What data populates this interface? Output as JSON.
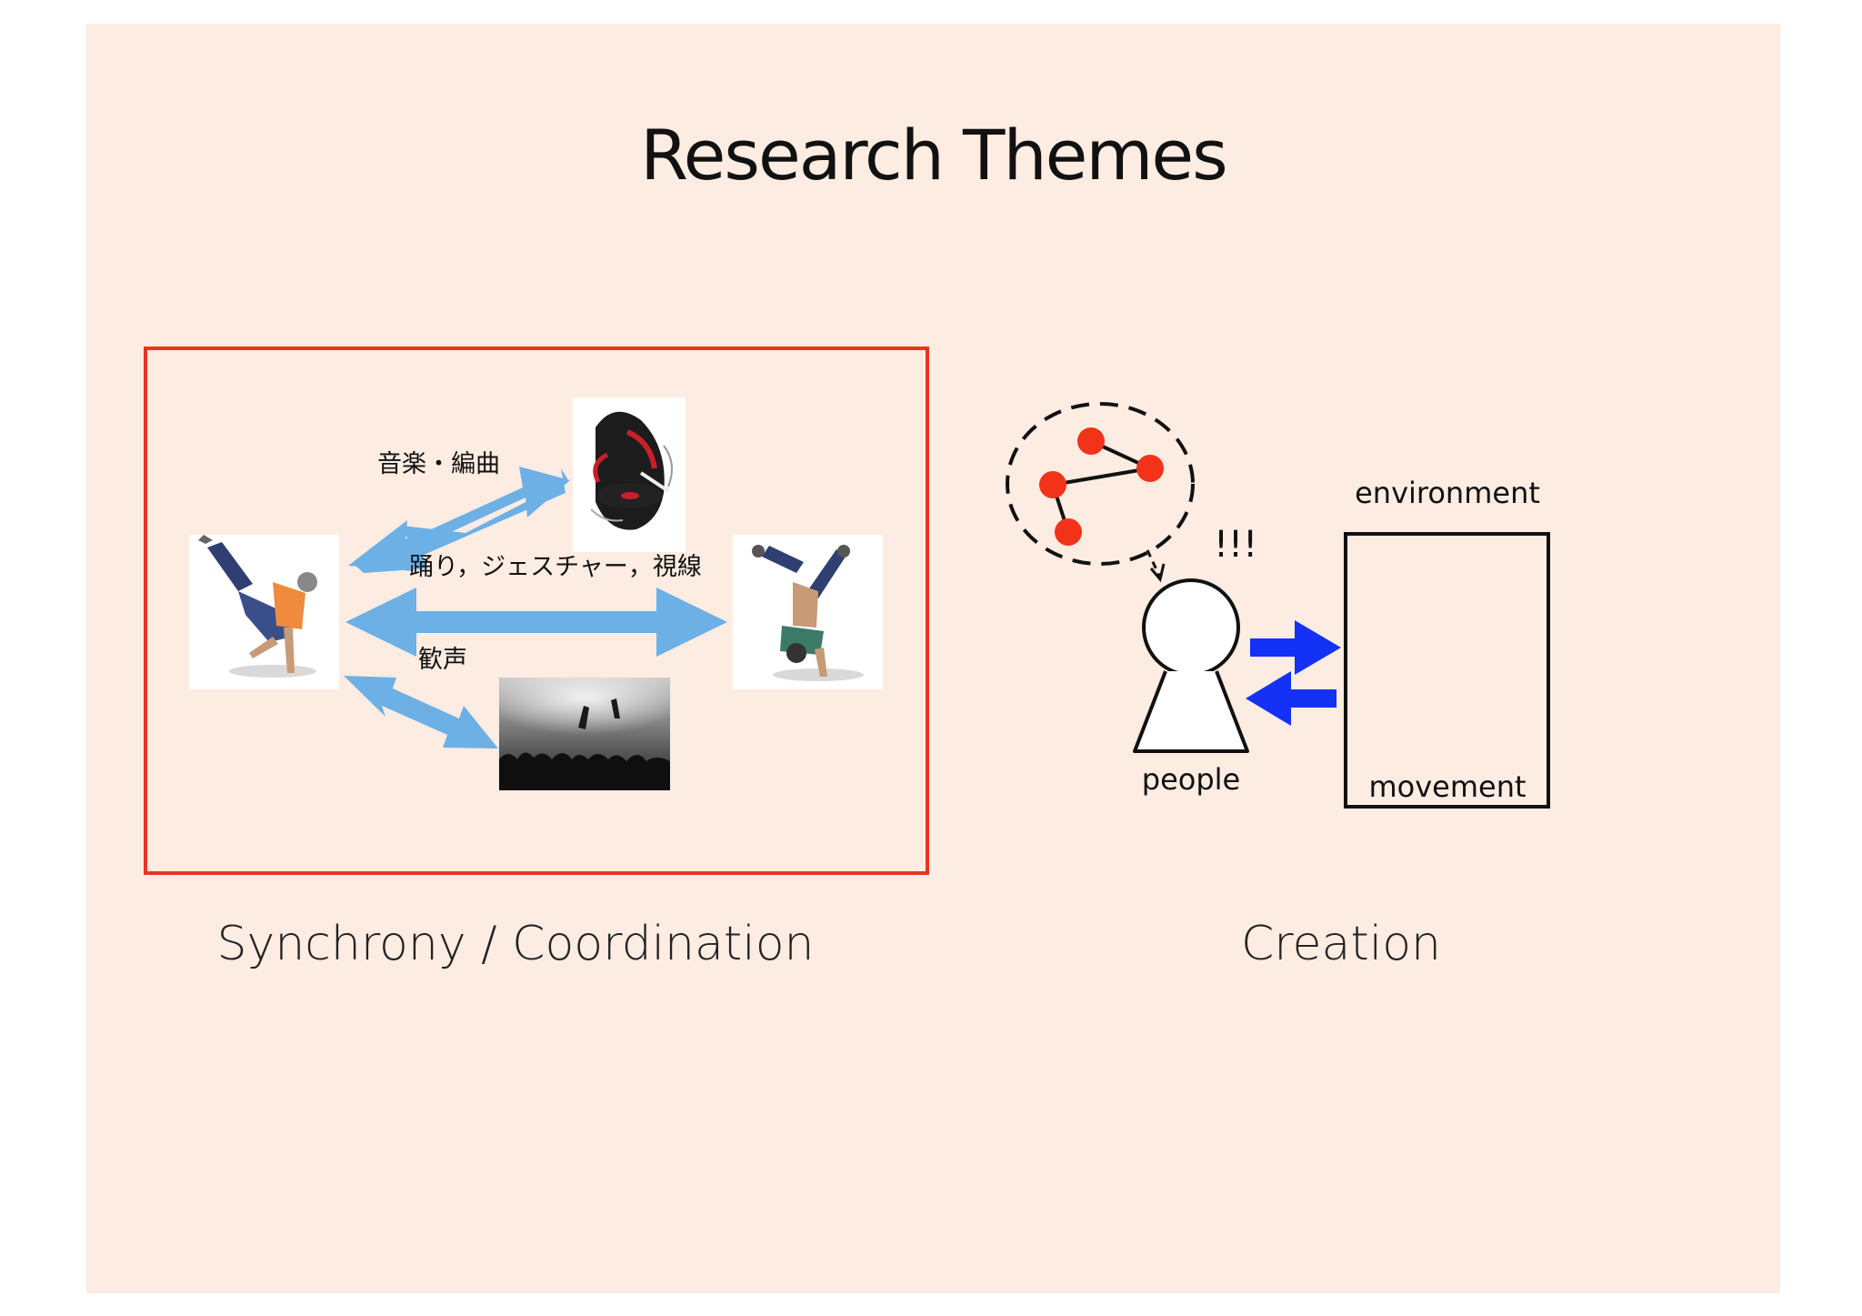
{
  "title": "Research Themes",
  "left_panel": {
    "caption": "Synchrony / Coordination",
    "labels": {
      "music": "音楽・編曲",
      "dance": "踊り，ジェスチャー，視線",
      "cheer": "歓声"
    },
    "images": {
      "dancer_left": "breakdancer-figure-left",
      "dj": "dj-turntable-figure",
      "dancer_right": "breakdancer-figure-right",
      "crowd": "crowd-concert-photo"
    },
    "colors": {
      "frame": "#e8361c",
      "arrow": "#6cb0e6"
    }
  },
  "right_panel": {
    "caption": "Creation",
    "person_label": "people",
    "exclaim": "!!!",
    "env_top_label": "environment",
    "env_bottom_label": "movement",
    "colors": {
      "node": "#f3321a",
      "arrow": "#1432f5"
    }
  }
}
